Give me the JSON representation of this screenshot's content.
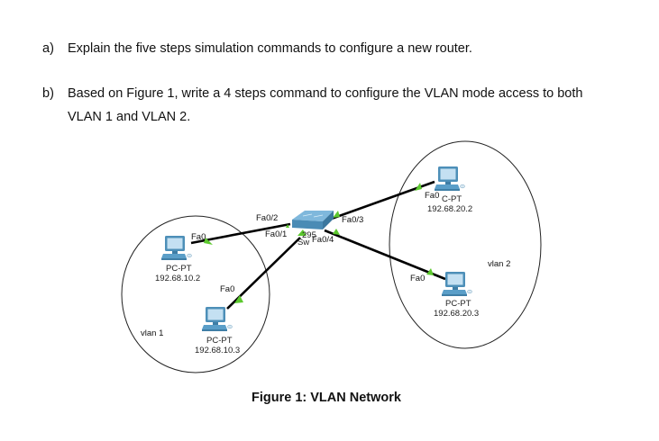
{
  "questions": [
    {
      "label": "a)",
      "text": "Explain the five steps simulation commands to configure a new router."
    },
    {
      "label": "b)",
      "text": "Based on Figure 1, write a 4 steps command to configure the VLAN mode access to both",
      "text_cont": "VLAN 1 and VLAN 2."
    }
  ],
  "figure": {
    "caption": "Figure 1: VLAN Network",
    "colors": {
      "link": "#000000",
      "link_indicator": "#5cc82e",
      "switch_body": "#5a9ec8",
      "pc_body": "#4d8fb8",
      "ellipse": "#222222"
    },
    "switch": {
      "label_partial": "295",
      "label_partial2": "Sw",
      "ports": [
        "Fa0/1",
        "Fa0/2",
        "Fa0/3",
        "Fa0/4"
      ]
    },
    "vlans": [
      {
        "name": "vlan 1",
        "pcs": [
          {
            "type": "PC-PT",
            "ip": "192.68.10.2",
            "port": "Fa0",
            "switch_port": "Fa0/1"
          },
          {
            "type": "PC-PT",
            "ip": "192.68.10.3",
            "port": "Fa0",
            "switch_port": "Fa0/2"
          }
        ]
      },
      {
        "name": "vlan 2",
        "pcs": [
          {
            "type": "C-PT",
            "ip": "192.68.20.2",
            "port": "Fa0",
            "switch_port": "Fa0/3"
          },
          {
            "type": "PC-PT",
            "ip": "192.68.20.3",
            "port": "Fa0",
            "switch_port": "Fa0/4"
          }
        ]
      }
    ]
  }
}
